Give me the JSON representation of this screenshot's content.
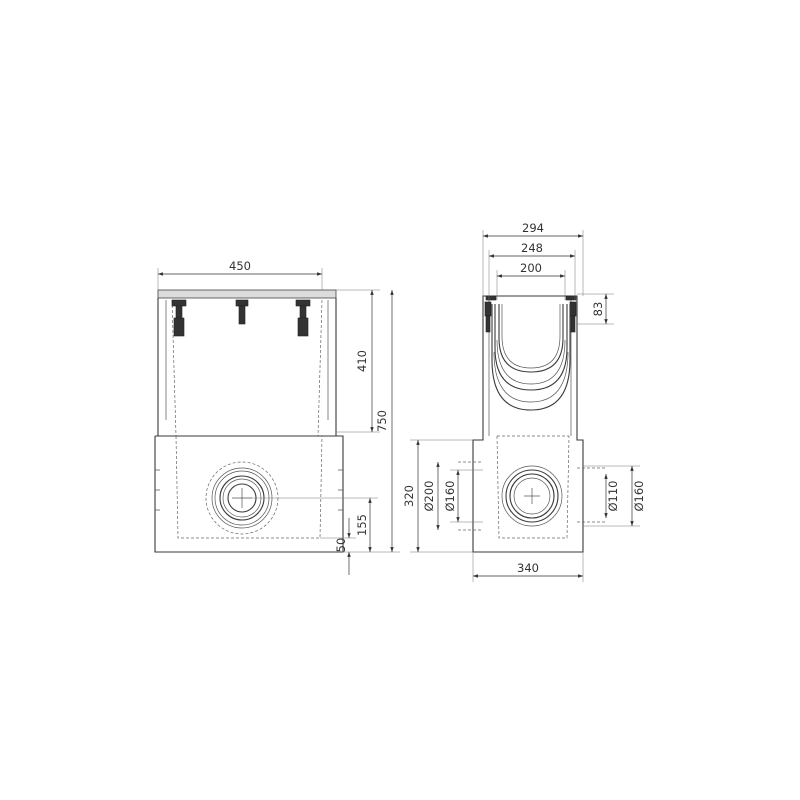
{
  "front_view": {
    "width_450": "450",
    "height_410": "410",
    "height_750": "750",
    "dim_155": "155",
    "dim_50": "50"
  },
  "side_view": {
    "width_294": "294",
    "width_248": "248",
    "width_200": "200",
    "dim_83": "83",
    "height_320": "320",
    "diam_200": "Ø200",
    "diam_160_left": "Ø160",
    "diam_110": "Ø110",
    "diam_160_right": "Ø160",
    "width_340": "340"
  }
}
